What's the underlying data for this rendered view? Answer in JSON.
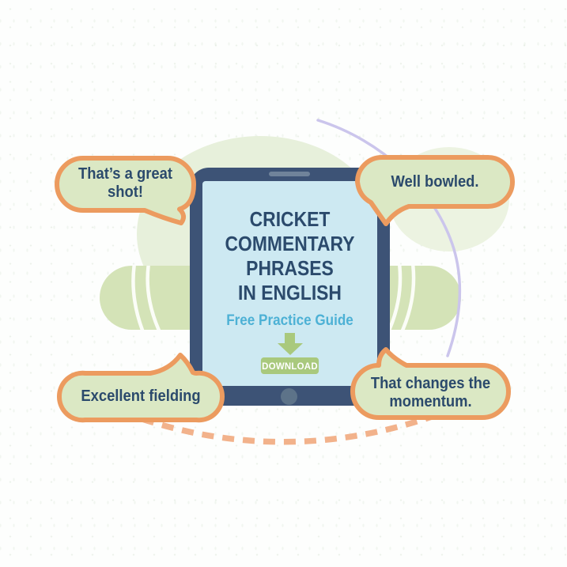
{
  "bubbles": {
    "top_left": [
      "That’s a great",
      "shot!"
    ],
    "top_right": [
      "Well bowled."
    ],
    "bottom_left": [
      "Excellent fielding"
    ],
    "bottom_right": [
      "That changes the",
      "momentum."
    ]
  },
  "tablet": {
    "title_lines": [
      "CRICKET",
      "COMMENTARY",
      "PHRASES",
      "IN ENGLISH"
    ],
    "subtitle": "Free Practice Guide",
    "download_label": "DOWNLOAD"
  },
  "colors": {
    "bubble_fill": "#dbe8c4",
    "bubble_border": "#ec9b5f",
    "text_navy": "#2b4a6c",
    "bezel_navy": "#3d5376",
    "screen_blue": "#cde9f2",
    "accent_cyan": "#4db1d5",
    "button_green": "#a9c97d",
    "ball_green": "#d4e3b7",
    "mound_green": "#e7f0db",
    "blob_green": "#ecf3e1",
    "arc_purple": "#cbc5ec",
    "dash_orange": "#f2b28b"
  }
}
